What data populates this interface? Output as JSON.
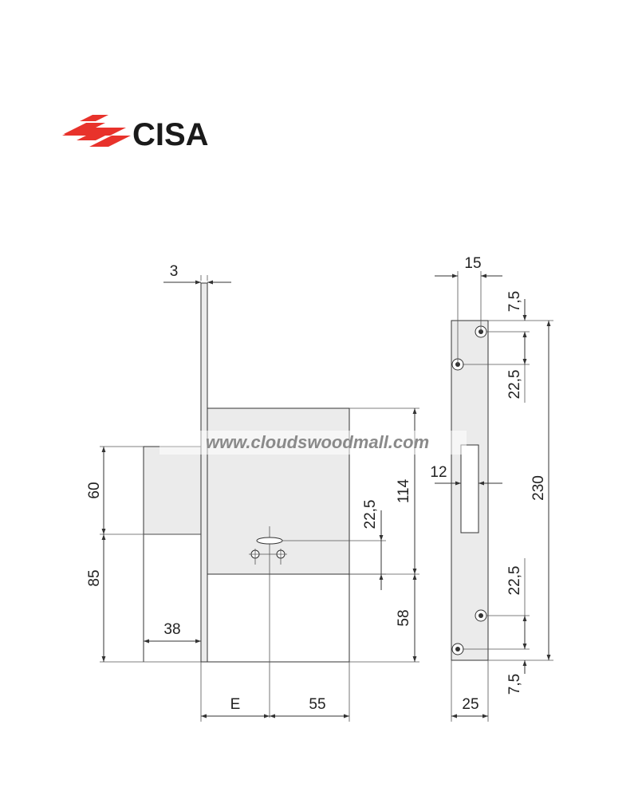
{
  "logo": {
    "text": "CISA",
    "color": "#e8322b"
  },
  "watermark": "www.cloudswoodmall.com",
  "dimensions": {
    "faceplate_thickness": "3",
    "strike_width_top": "15",
    "strike_top_offset": "7,5",
    "strike_hole_spacing_top": "22,5",
    "case_height": "114",
    "bolt_spacing": "22,5",
    "left_upper": "60",
    "left_lower": "85",
    "bolt_projection": "38",
    "lower_height": "58",
    "backset_label": "E",
    "backset_value": "55",
    "strike_slot": "12",
    "strike_height": "230",
    "strike_hole_spacing_bottom": "22,5",
    "strike_bottom_offset": "7,5",
    "strike_width_bottom": "25"
  }
}
